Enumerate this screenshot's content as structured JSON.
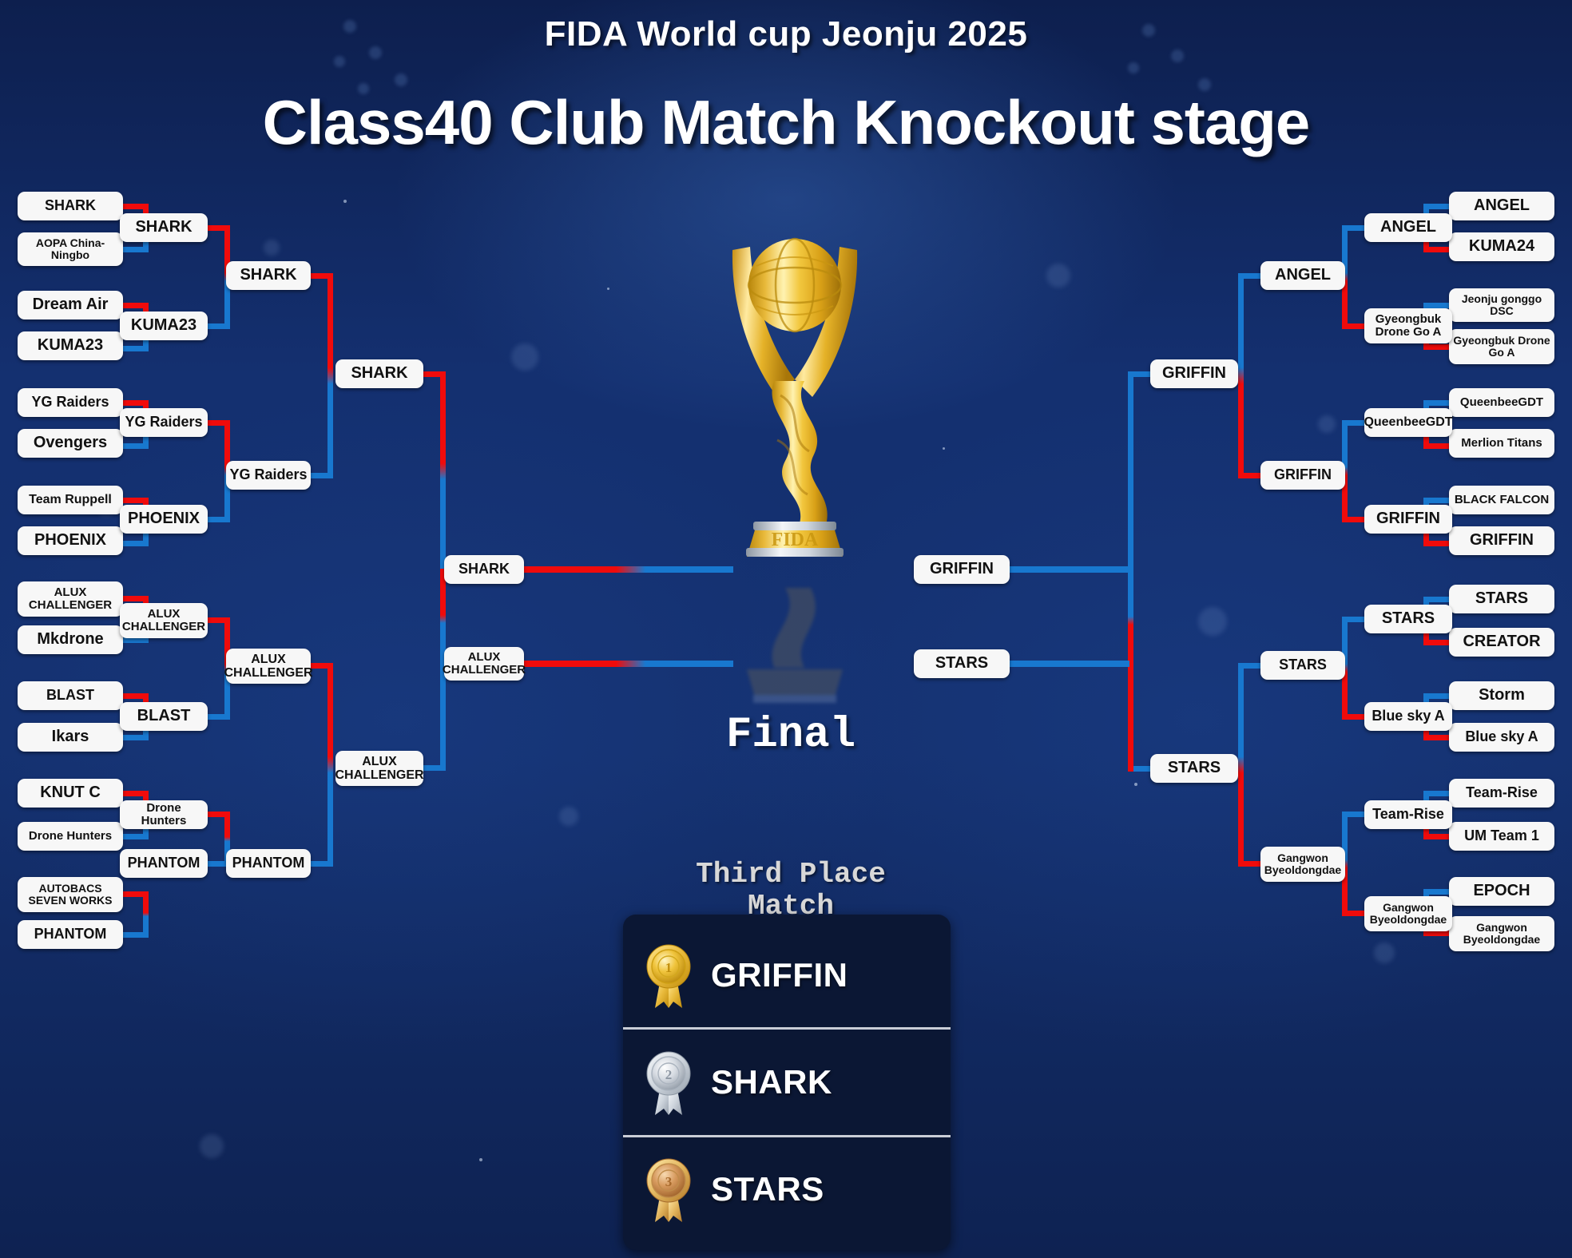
{
  "header": {
    "subtitle": "FIDA World cup Jeonju 2025",
    "title": "Class40 Club Match Knockout stage"
  },
  "labels": {
    "final": "Final",
    "third_place": "Third Place\nMatch"
  },
  "colors": {
    "winner_line": "#f00b0b",
    "loser_line": "#1878cf",
    "box_bg": "#f7f7f7",
    "background": "#14306e",
    "panel_bg": "#0b1734"
  },
  "podium": {
    "rows": [
      {
        "rank": 1,
        "medal": "gold-rosette-icon",
        "team": "GRIFFIN"
      },
      {
        "rank": 2,
        "medal": "silver-rosette-icon",
        "team": "SHARK"
      },
      {
        "rank": 3,
        "medal": "bronze-rosette-icon",
        "team": "STARS"
      }
    ]
  },
  "bracket": {
    "left": {
      "round_of_32": [
        "SHARK",
        "AOPA China-Ningbo",
        "Dream Air",
        "KUMA23",
        "YG Raiders",
        "Ovengers",
        "Team Ruppell",
        "PHOENIX",
        "ALUX CHALLENGER",
        "Mkdrone",
        "BLAST",
        "Ikars",
        "KNUT C",
        "Drone Hunters",
        "AUTOBACS SEVEN WORKS",
        "PHANTOM"
      ],
      "round_of_16": [
        "SHARK",
        "KUMA23",
        "YG Raiders",
        "PHOENIX",
        "ALUX CHALLENGER",
        "BLAST",
        "Drone Hunters",
        "PHANTOM"
      ],
      "quarter_finals": [
        "SHARK",
        "YG Raiders",
        "ALUX CHALLENGER",
        "PHANTOM"
      ],
      "semi_finals": [
        "SHARK",
        "ALUX CHALLENGER"
      ],
      "finalists": [
        "SHARK",
        "ALUX CHALLENGER"
      ]
    },
    "right": {
      "round_of_32": [
        "ANGEL",
        "KUMA24",
        "Jeonju gonggo DSC",
        "Gyeongbuk Drone Go A",
        "QueenbeeGDT",
        "Merlion Titans",
        "BLACK FALCON",
        "GRIFFIN",
        "STARS",
        "CREATOR",
        "Storm",
        "Blue sky A",
        "Team-Rise",
        "UM Team 1",
        "EPOCH",
        "Gangwon Byeoldongdae"
      ],
      "round_of_16": [
        "ANGEL",
        "Gyeongbuk Drone Go A",
        "QueenbeeGDT",
        "GRIFFIN",
        "STARS",
        "Blue sky A",
        "Team-Rise",
        "Gangwon Byeoldongdae"
      ],
      "quarter_finals": [
        "ANGEL",
        "GRIFFIN",
        "STARS",
        "Gangwon Byeoldongdae"
      ],
      "semi_finals": [
        "GRIFFIN",
        "STARS"
      ],
      "finalists": [
        "GRIFFIN",
        "STARS"
      ]
    }
  }
}
